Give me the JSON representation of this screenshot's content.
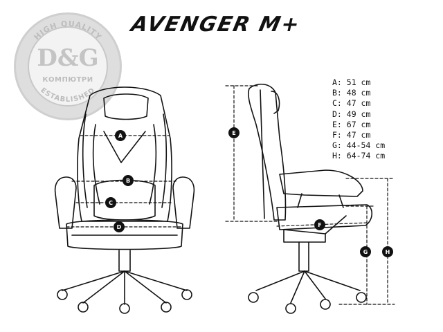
{
  "title": "AVENGER M+",
  "watermark": {
    "brand": "D&G",
    "name": "КОМПЮТРИ",
    "top_text": "HIGH QUALITY",
    "bottom_text": "ESTABLISHED"
  },
  "dimensions": [
    "A: 51 cm",
    "B: 48 cm",
    "C: 47 cm",
    "D: 49 cm",
    "E: 67 cm",
    "F: 47 cm",
    "G: 44-54 cm",
    "H: 64-74 cm"
  ],
  "markers": {
    "A": "A",
    "B": "B",
    "C": "C",
    "D": "D",
    "E": "E",
    "F": "F",
    "G": "G",
    "H": "H"
  }
}
